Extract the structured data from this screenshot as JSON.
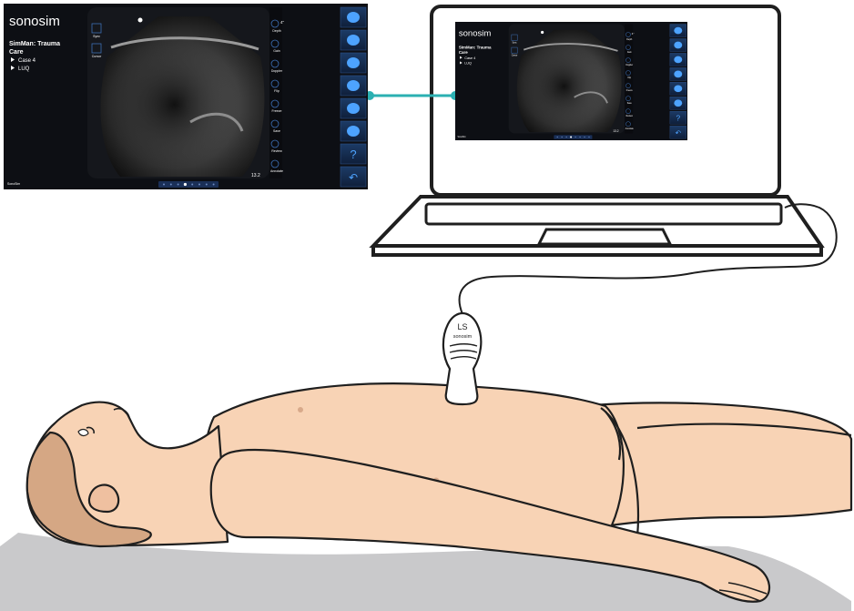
{
  "screen": {
    "brand": "sonosim",
    "case_title": "SimMan: Trauma Care",
    "title_line1": "SimMan: Trauma",
    "title_line2": "Care",
    "tree": [
      "Case 4",
      "LUQ"
    ],
    "left_tools": [
      {
        "icon": "sync-icon",
        "label": "Sync"
      },
      {
        "icon": "cursor-icon",
        "label": "Cursor"
      }
    ],
    "right_tools": [
      {
        "icon": "depth-icon",
        "label": "Depth",
        "value": "4\""
      },
      {
        "icon": "gain-icon",
        "label": "Gain"
      },
      {
        "icon": "doppler-icon",
        "label": "Doppler"
      },
      {
        "icon": "flip-icon",
        "label": "Flip"
      },
      {
        "icon": "freeze-icon",
        "label": "Freeze"
      },
      {
        "icon": "save-icon",
        "label": "Save"
      },
      {
        "icon": "review-icon",
        "label": "Review"
      },
      {
        "icon": "annotate-icon",
        "label": "Annotate"
      }
    ],
    "side_buttons": [
      "library-icon",
      "body-icon",
      "torso-icon",
      "head-icon",
      "organ-icon",
      "probe-icon",
      "help-icon",
      "back-icon"
    ],
    "help_glyph": "?",
    "back_glyph": "↶",
    "depth_readout": "13.2",
    "footer": "SonoSim",
    "pager_total": 8,
    "pager_active": 4
  },
  "probe": {
    "logo": "LS",
    "brand": "sonosim"
  },
  "colors": {
    "connector": "#2bb0b2",
    "skin": "#f8d3b5",
    "skin_shadow": "#efc0a0",
    "hair": "#d5a784",
    "floor_shadow": "#c9c9cb",
    "outline": "#1f1f1f",
    "ui_dark": "#0d0f14",
    "ui_accent": "#2f7fd6"
  }
}
